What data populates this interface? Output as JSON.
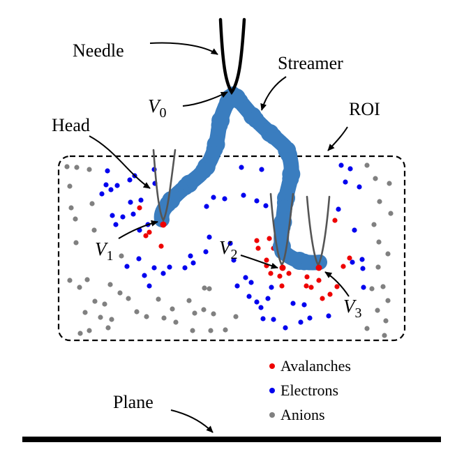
{
  "labels": {
    "needle": "Needle",
    "streamer": "Streamer",
    "roi": "ROI",
    "head": "Head",
    "plane": "Plane"
  },
  "potentials": [
    {
      "symbol": "V",
      "sub": "0"
    },
    {
      "symbol": "V",
      "sub": "1"
    },
    {
      "symbol": "V",
      "sub": "2"
    },
    {
      "symbol": "V",
      "sub": "3"
    }
  ],
  "legend": [
    {
      "label": "Avalanches",
      "color": "#ee0000"
    },
    {
      "label": "Electrons",
      "color": "#0000ee"
    },
    {
      "label": "Anions",
      "color": "#808080"
    }
  ],
  "colors": {
    "streamer": "#3a7dbf",
    "outline": "#000000",
    "probe": "#555555"
  }
}
